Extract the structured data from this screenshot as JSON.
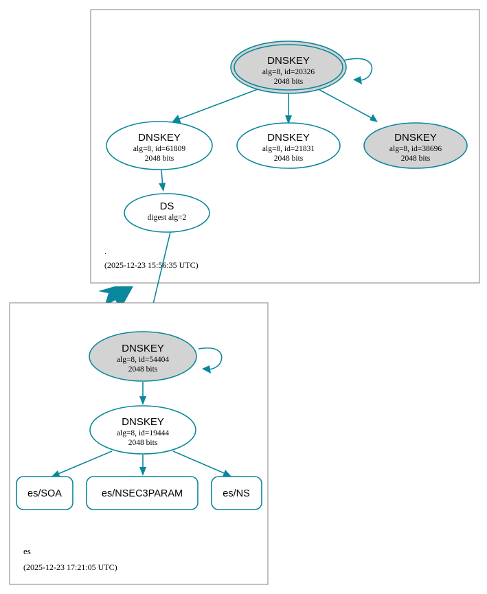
{
  "diagram": {
    "type": "dnssec-authentication-chain",
    "colors": {
      "accent": "#0a879c",
      "secure_fill": "#d3d3d3",
      "plain_fill": "#ffffff",
      "cluster_border": "#808080",
      "text": "#000000",
      "background": "#ffffff"
    }
  },
  "zones": [
    {
      "id": "root",
      "name": ".",
      "timestamp": "(2025-12-23 15:56:35 UTC)",
      "nodes": [
        {
          "id": "root-ksk",
          "kind": "DNSKEY",
          "title": "DNSKEY",
          "line2": "alg=8, id=20326",
          "line3": "2048 bits",
          "style": "trust-anchor",
          "fill": "#d3d3d3",
          "self_signed": true
        },
        {
          "id": "root-zsk-61809",
          "kind": "DNSKEY",
          "title": "DNSKEY",
          "line2": "alg=8, id=61809",
          "line3": "2048 bits",
          "style": "plain",
          "fill": "#ffffff",
          "self_signed": false
        },
        {
          "id": "root-zsk-21831",
          "kind": "DNSKEY",
          "title": "DNSKEY",
          "line2": "alg=8, id=21831",
          "line3": "2048 bits",
          "style": "plain",
          "fill": "#ffffff",
          "self_signed": false
        },
        {
          "id": "root-ksk-38696",
          "kind": "DNSKEY",
          "title": "DNSKEY",
          "line2": "alg=8, id=38696",
          "line3": "2048 bits",
          "style": "secure",
          "fill": "#d3d3d3",
          "self_signed": false
        },
        {
          "id": "root-ds",
          "kind": "DS",
          "title": "DS",
          "line2": "digest alg=2",
          "line3": "",
          "style": "plain",
          "fill": "#ffffff",
          "self_signed": false
        }
      ]
    },
    {
      "id": "es",
      "name": "es",
      "timestamp": "(2025-12-23 17:21:05 UTC)",
      "nodes": [
        {
          "id": "es-ksk",
          "kind": "DNSKEY",
          "title": "DNSKEY",
          "line2": "alg=8, id=54404",
          "line3": "2048 bits",
          "style": "secure",
          "fill": "#d3d3d3",
          "self_signed": true
        },
        {
          "id": "es-zsk",
          "kind": "DNSKEY",
          "title": "DNSKEY",
          "line2": "alg=8, id=19444",
          "line3": "2048 bits",
          "style": "plain",
          "fill": "#ffffff",
          "self_signed": false
        }
      ],
      "rrsets": [
        {
          "id": "es-soa",
          "label": "es/SOA"
        },
        {
          "id": "es-nsec3param",
          "label": "es/NSEC3PARAM"
        },
        {
          "id": "es-ns",
          "label": "es/NS"
        }
      ]
    }
  ],
  "edges": [
    {
      "from": "root-ksk",
      "to": "root-ksk",
      "kind": "self-signature"
    },
    {
      "from": "root-ksk",
      "to": "root-zsk-61809",
      "kind": "signature"
    },
    {
      "from": "root-ksk",
      "to": "root-zsk-21831",
      "kind": "signature"
    },
    {
      "from": "root-ksk",
      "to": "root-ksk-38696",
      "kind": "signature"
    },
    {
      "from": "root-zsk-61809",
      "to": "root-ds",
      "kind": "signature"
    },
    {
      "from": "root-ds",
      "to": "es-ksk",
      "kind": "delegation-signature"
    },
    {
      "from": "es-ksk",
      "to": "es-ksk",
      "kind": "self-signature"
    },
    {
      "from": "es-ksk",
      "to": "es-zsk",
      "kind": "signature"
    },
    {
      "from": "es-zsk",
      "to": "es-soa",
      "kind": "signature"
    },
    {
      "from": "es-zsk",
      "to": "es-nsec3param",
      "kind": "signature"
    },
    {
      "from": "es-zsk",
      "to": "es-ns",
      "kind": "signature"
    }
  ]
}
